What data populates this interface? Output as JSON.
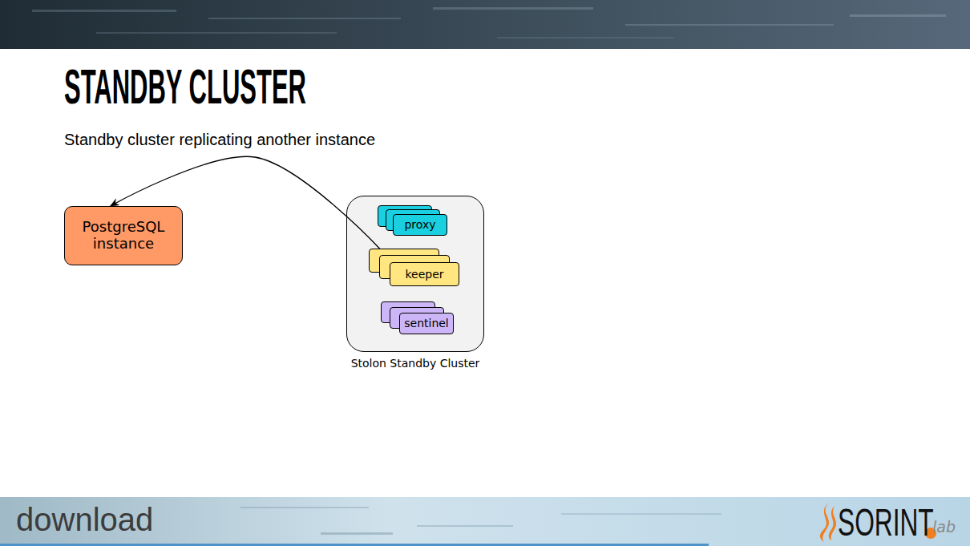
{
  "diagram": {
    "title": "STANDBY CLUSTER",
    "nodes": [
      {
        "text": [
          "PostgreSQL instance"
        ]
      },
      {
        "text": [
          "Stolon Standby Cluster"
        ]
      },
      {
        "text": [
          "proxy"
        ],
        "in": 1
      },
      {
        "text": [
          "keeper"
        ],
        "in": 1
      },
      {
        "text": [
          "sentinel"
        ],
        "in": 1
      }
    ],
    "edges": [
      {
        "from": 3,
        "to": 0,
        "arrow": "to"
      }
    ],
    "labels": [
      "Standby cluster replicating another instance",
      "download",
      "SORINT",
      "lab"
    ]
  }
}
